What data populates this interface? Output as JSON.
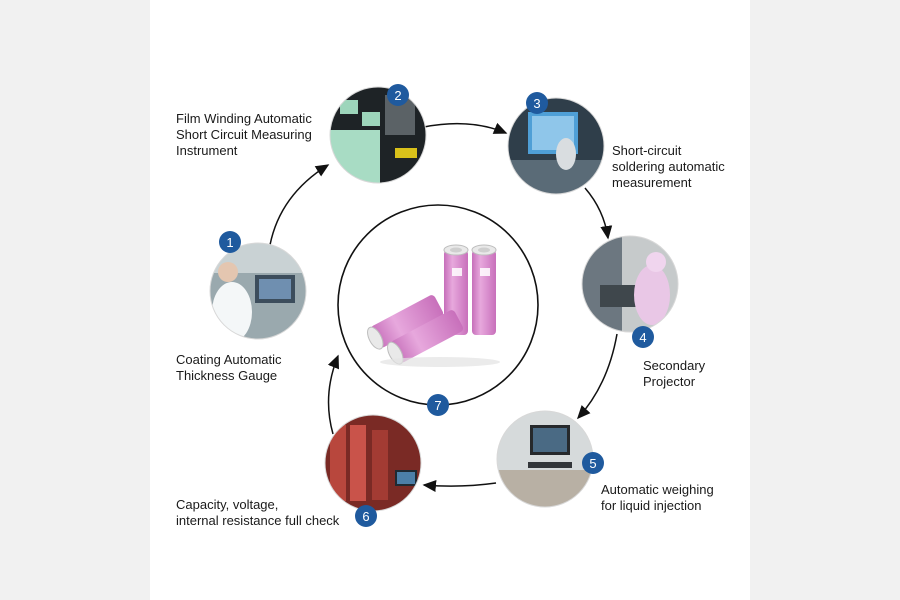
{
  "steps": [
    {
      "number": "1",
      "lines": [
        "Coating Automatic",
        "Thickness Gauge"
      ]
    },
    {
      "number": "2",
      "lines": [
        "Film Winding Automatic",
        "Short Circuit Measuring",
        "Instrument"
      ]
    },
    {
      "number": "3",
      "lines": [
        "Short-circuit",
        "soldering automatic",
        "measurement"
      ]
    },
    {
      "number": "4",
      "lines": [
        "Secondary",
        "Projector"
      ]
    },
    {
      "number": "5",
      "lines": [
        "Automatic weighing",
        "for liquid injection"
      ]
    },
    {
      "number": "6",
      "lines": [
        "Capacity, voltage,",
        "internal resistance full check"
      ]
    },
    {
      "number": "7",
      "lines": []
    }
  ],
  "product_image": "lithium-battery-cells",
  "colors": {
    "badge": "#1f5a9e",
    "arrow": "#111111",
    "cell": "#d98fcf"
  }
}
